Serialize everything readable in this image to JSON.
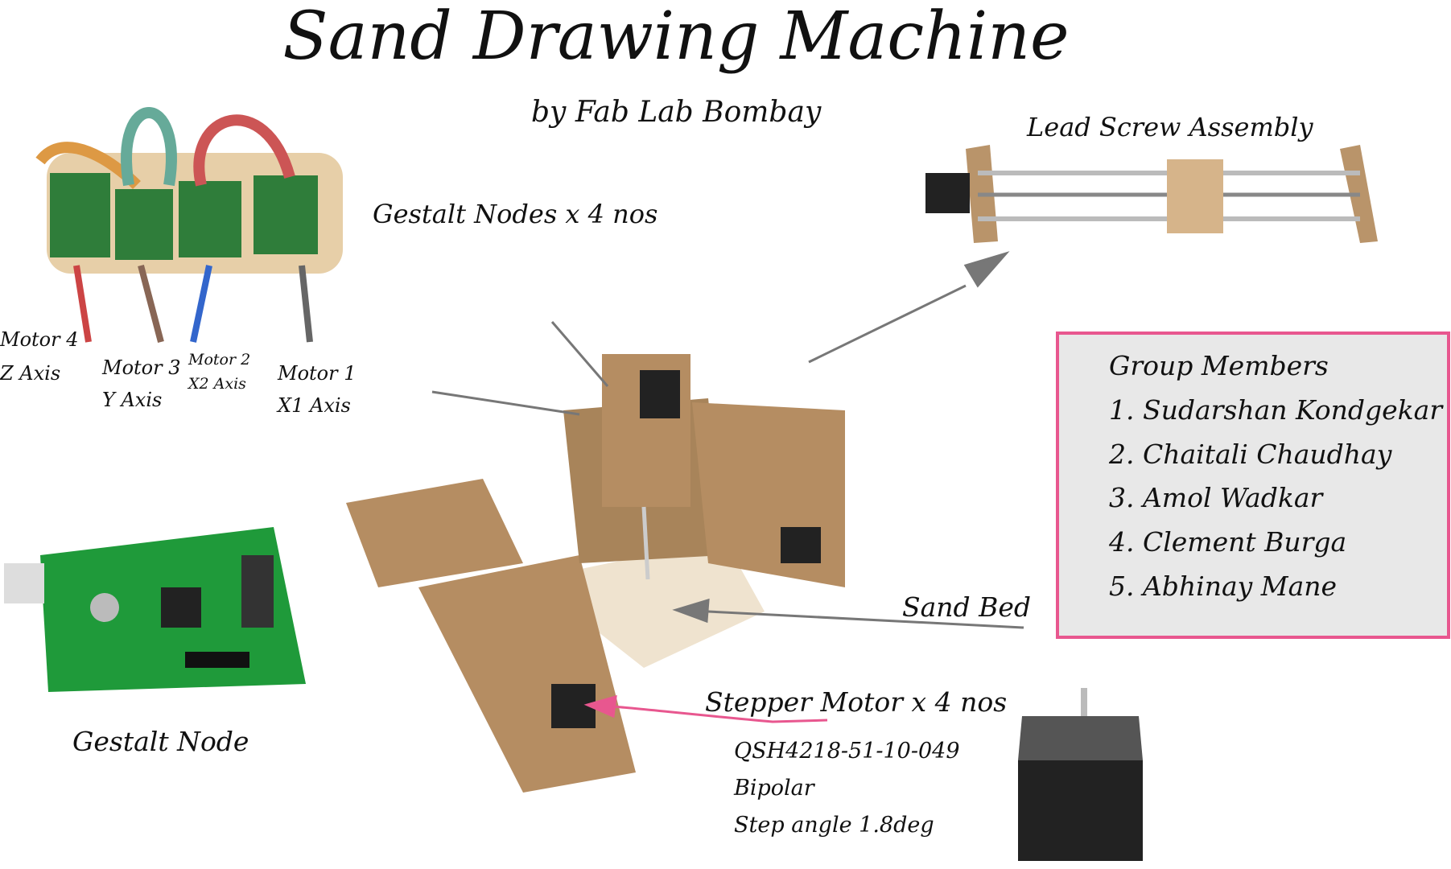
{
  "title": "Sand Drawing Machine",
  "subtitle": "by Fab Lab Bombay",
  "gestalt_nodes_label": "Gestalt Nodes x 4 nos",
  "lead_screw_label": "Lead Screw Assembly",
  "motors": [
    {
      "motor": "Motor 4",
      "axis": "Z Axis"
    },
    {
      "motor": "Motor 3",
      "axis": "Y Axis"
    },
    {
      "motor": "Motor 2",
      "axis": "X2 Axis"
    },
    {
      "motor": "Motor 1",
      "axis": "X1 Axis"
    }
  ],
  "gestalt_node_label": "Gestalt Node",
  "group": {
    "heading": "Group Members",
    "members": [
      "1. Sudarshan Kondgekar",
      "2. Chaitali Chaudhay",
      "3. Amol Wadkar",
      "4. Clement Burga",
      "5. Abhinay Mane"
    ]
  },
  "sand_bed_label": "Sand Bed",
  "stepper": {
    "label": "Stepper Motor x 4 nos",
    "model": "QSH4218-51-10-049",
    "type": "Bipolar",
    "step_angle": "Step angle 1.8deg"
  },
  "colors": {
    "accent_pink": "#e8578f",
    "box_bg": "#e8e8e8",
    "arrow_gray": "#777777"
  }
}
